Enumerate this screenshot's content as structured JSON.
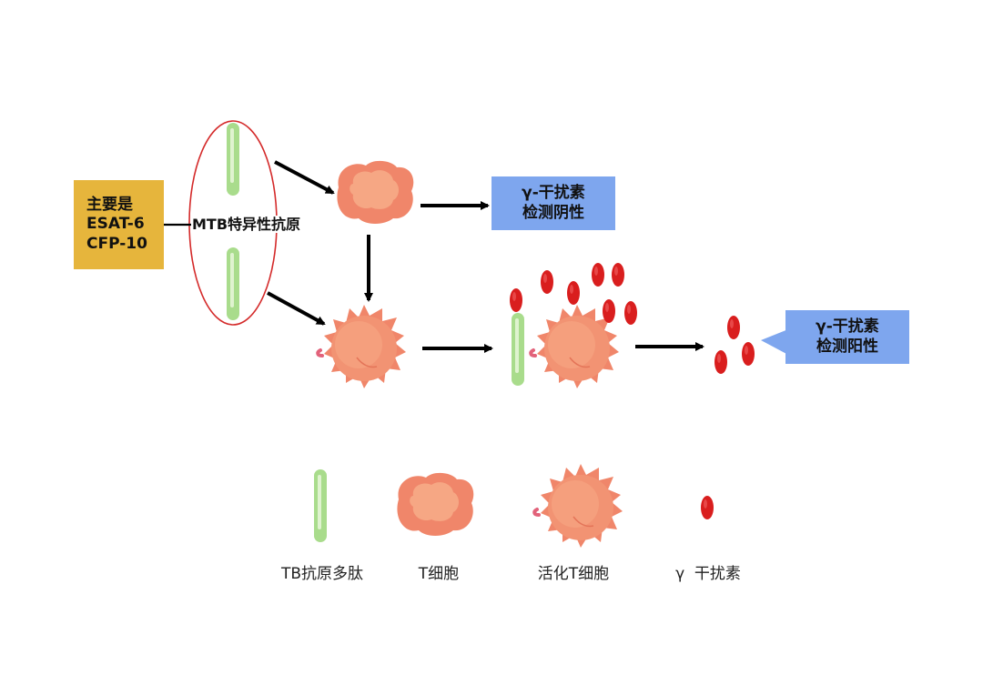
{
  "source_box": {
    "lines": [
      "主要是",
      "ESAT-6",
      "CFP-10"
    ],
    "color": "#e6b53c"
  },
  "antigen_label": "MTB特异性抗原",
  "result_top": {
    "lines": [
      "γ-干扰素",
      "检测阴性"
    ],
    "color": "#7ea6ee"
  },
  "result_bottom": {
    "lines": [
      "γ-干扰素",
      "检测阳性"
    ],
    "color": "#7ea6ee"
  },
  "legend": [
    {
      "icon": "tb-antigen-peptide-icon",
      "label": "TB抗原多肽"
    },
    {
      "icon": "t-cell-icon",
      "label": "T细胞"
    },
    {
      "icon": "activated-t-cell-icon",
      "label": "活化T细胞"
    },
    {
      "icon": "interferon-gamma-icon",
      "label": "γ  干扰素"
    }
  ],
  "colors": {
    "peptide": "#a9dc8c",
    "peptide_highlight": "#dff3cf",
    "cell": "#f0866a",
    "cell_light": "#f6a784",
    "interferon": "#d91e1e",
    "ellipse_border": "#d42a2a",
    "arrow": "#000000"
  }
}
